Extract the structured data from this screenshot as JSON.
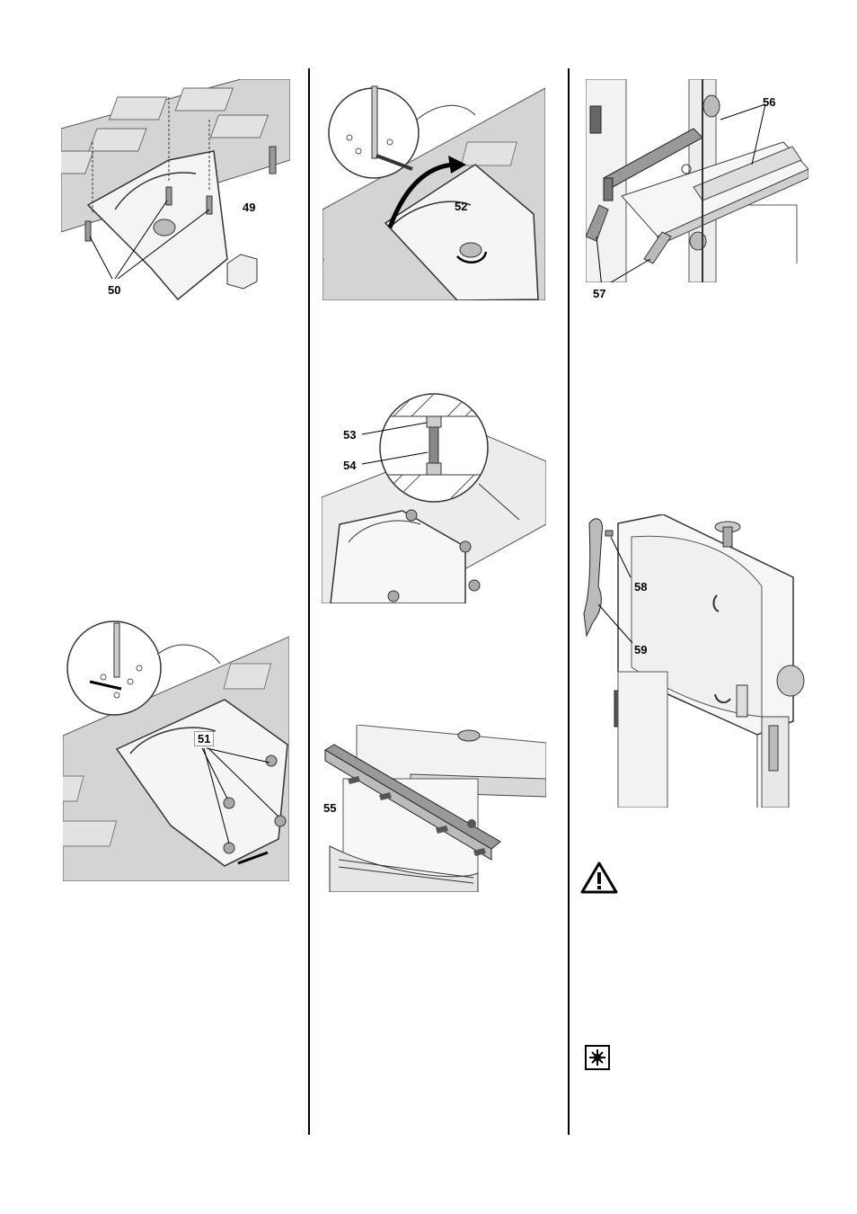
{
  "figures": {
    "fig1": {
      "labels": {
        "a": "49",
        "b": "50"
      }
    },
    "fig2": {
      "labels": {
        "a": "51"
      }
    },
    "fig3": {
      "labels": {
        "a": "52"
      }
    },
    "fig4": {
      "labels": {
        "a": "53",
        "b": "54"
      }
    },
    "fig5": {
      "labels": {
        "a": "55"
      }
    },
    "fig6": {
      "labels": {
        "a": "56",
        "b": "57"
      }
    },
    "fig7": {
      "labels": {
        "a": "58",
        "b": "59"
      }
    }
  },
  "icons": {
    "warning": "warning-triangle-icon",
    "tip": "tip-spark-icon"
  }
}
